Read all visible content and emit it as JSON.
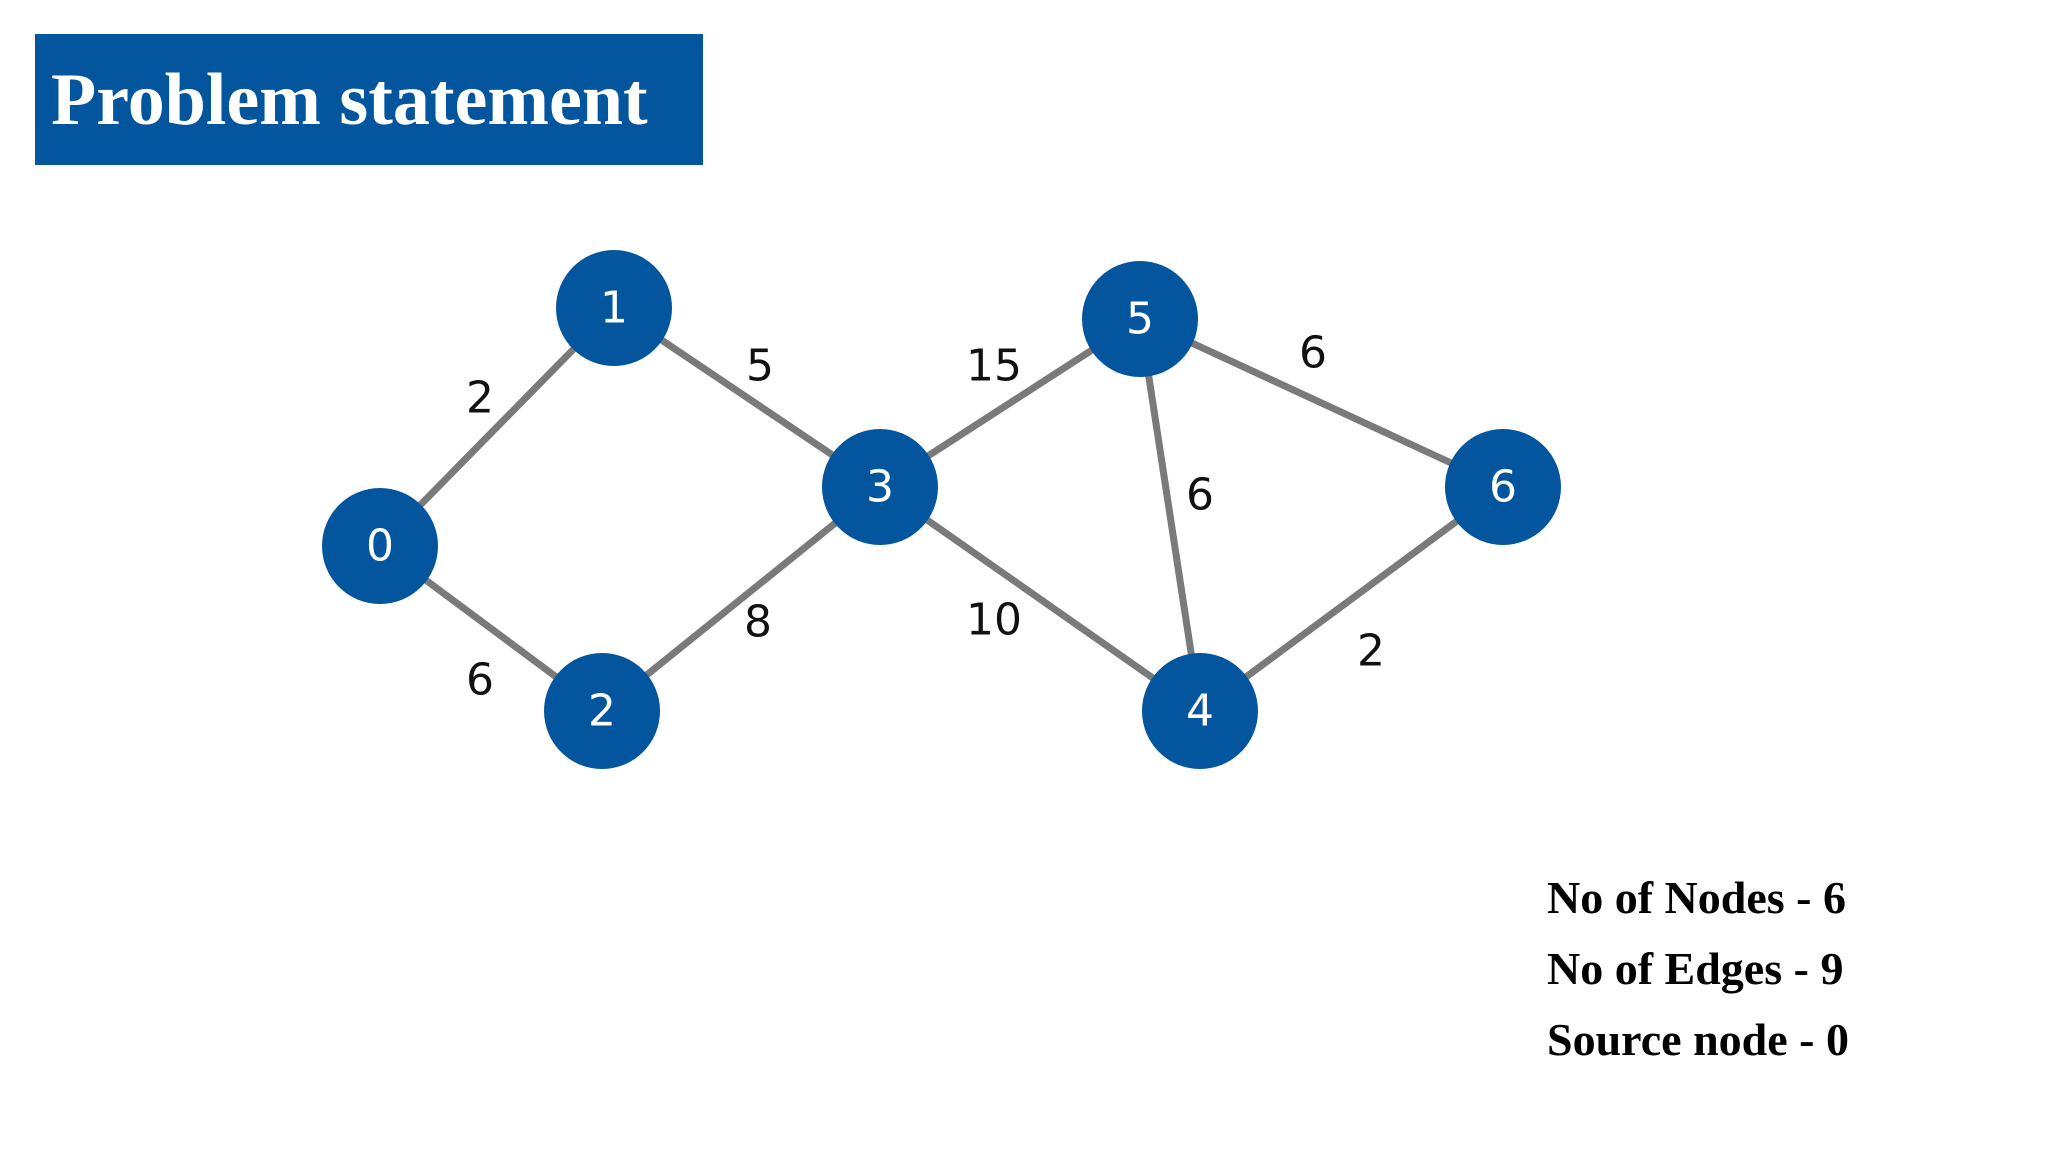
{
  "title": "Problem statement",
  "colors": {
    "title_bg": "#03559e",
    "node_fill": "#03559e",
    "edge": "#7a7a7a"
  },
  "graph": {
    "nodes": [
      {
        "id": "0",
        "label": "0"
      },
      {
        "id": "1",
        "label": "1"
      },
      {
        "id": "2",
        "label": "2"
      },
      {
        "id": "3",
        "label": "3"
      },
      {
        "id": "4",
        "label": "4"
      },
      {
        "id": "5",
        "label": "5"
      },
      {
        "id": "6",
        "label": "6"
      }
    ],
    "edges": [
      {
        "from": "0",
        "to": "1",
        "weight": "2"
      },
      {
        "from": "0",
        "to": "2",
        "weight": "6"
      },
      {
        "from": "1",
        "to": "3",
        "weight": "5"
      },
      {
        "from": "2",
        "to": "3",
        "weight": "8"
      },
      {
        "from": "3",
        "to": "5",
        "weight": "15"
      },
      {
        "from": "3",
        "to": "4",
        "weight": "10"
      },
      {
        "from": "5",
        "to": "4",
        "weight": "6"
      },
      {
        "from": "5",
        "to": "6",
        "weight": "6"
      },
      {
        "from": "4",
        "to": "6",
        "weight": "2"
      }
    ]
  },
  "info": {
    "nodes_line": "No of Nodes - 6",
    "edges_line": "No of Edges - 9",
    "source_line": "Source node - 0"
  }
}
